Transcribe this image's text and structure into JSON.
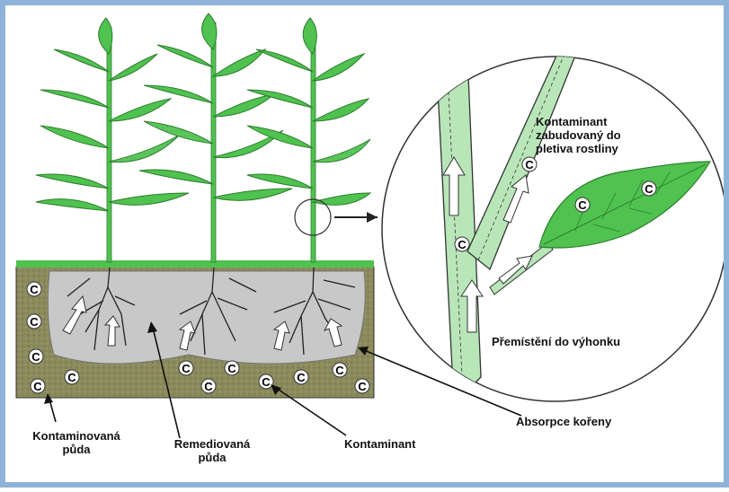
{
  "diagram": {
    "labels": {
      "contaminant_incorporated": "Kontaminant\nzabudovaný do\npletiva rostliny",
      "translocation": "Přemístění do výhonku",
      "root_absorption": "Absorpce kořeny",
      "contaminated_soil": "Kontaminovaná\npůda",
      "remediated_soil": "Remediovaná\npůda",
      "contaminant": "Kontaminant"
    },
    "contaminant_symbol": "C",
    "colors": {
      "soil": "#8a8a5c",
      "remediated_zone": "#c8c8c8",
      "plant_green": "#4fc24f",
      "stem_light": "#b8e6b8",
      "frame": "#8fb3d8"
    }
  }
}
